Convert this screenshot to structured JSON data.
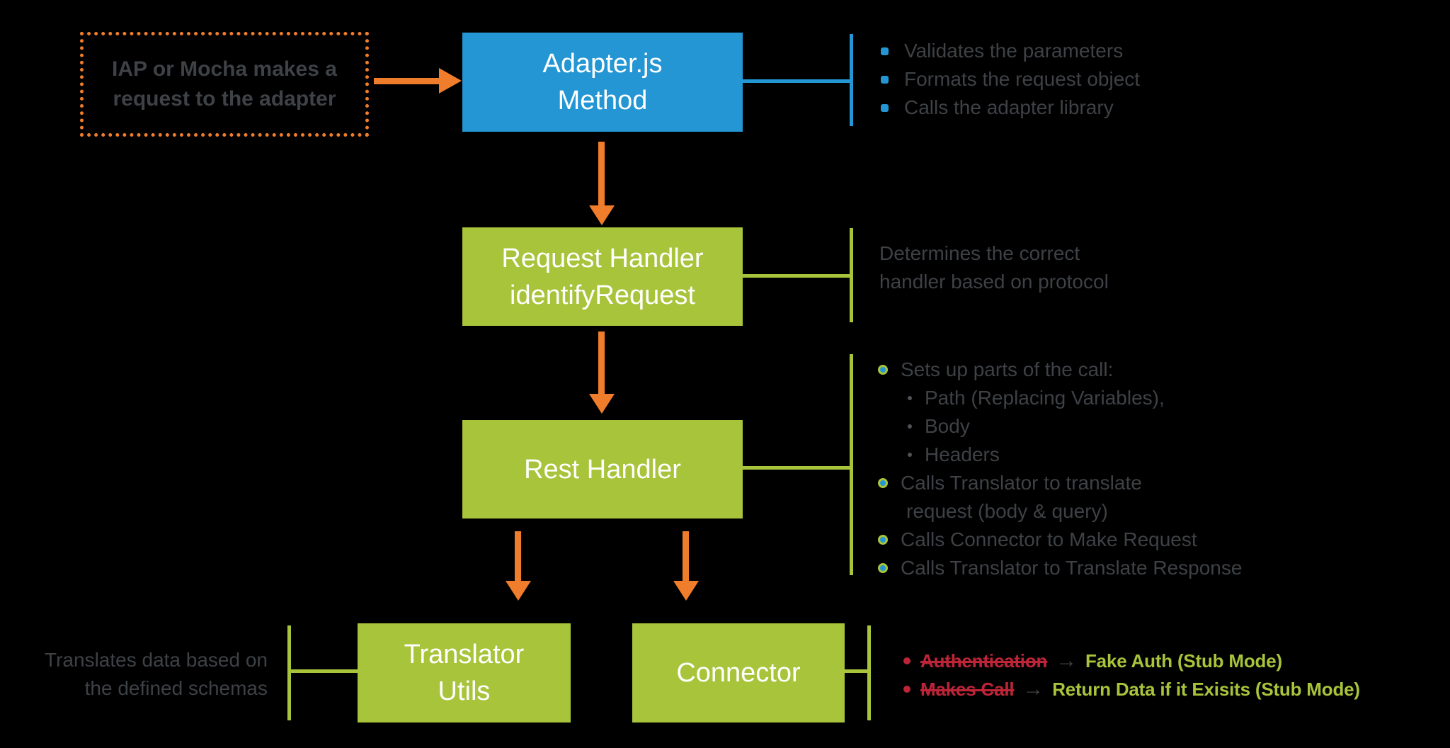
{
  "title": "Adapter request flow diagram",
  "colors": {
    "background": "#000000",
    "orange": "#EF7D2B",
    "blue": "#2396D3",
    "green": "#A7C43B",
    "red": "#BE2438",
    "gray_text": "#3E4145",
    "sub_bullet": "#4E5256",
    "white": "#FFFFFF"
  },
  "nodes": {
    "trigger": {
      "lines": [
        "IAP or Mocha makes a",
        "request to the adapter"
      ]
    },
    "adapter": {
      "lines": [
        "Adapter.js",
        "Method"
      ]
    },
    "request_handler": {
      "lines": [
        "Request Handler",
        "identifyRequest"
      ]
    },
    "rest_handler": {
      "lines": [
        "Rest Handler"
      ]
    },
    "translator_utils": {
      "lines": [
        "Translator",
        "Utils"
      ]
    },
    "connector": {
      "lines": [
        "Connector"
      ]
    }
  },
  "annotations": {
    "adapter_bullets": [
      "Validates the parameters",
      "Formats the request object",
      "Calls the adapter library"
    ],
    "request_handler_note": {
      "lines": [
        "Determines the correct",
        "handler based on protocol"
      ]
    },
    "rest_handler_items": [
      {
        "type": "main",
        "text": "Sets up parts of the call:"
      },
      {
        "type": "sub",
        "text": "Path (Replacing Variables),"
      },
      {
        "type": "sub",
        "text": "Body"
      },
      {
        "type": "sub",
        "text": "Headers"
      },
      {
        "type": "main",
        "text": "Calls Translator to translate"
      },
      {
        "type": "cont",
        "text": "request (body & query)"
      },
      {
        "type": "main",
        "text": "Calls Connector to Make Request"
      },
      {
        "type": "main",
        "text": "Calls Translator to Translate Response"
      }
    ],
    "translator_note": {
      "lines": [
        "Translates data based on",
        "the defined schemas"
      ]
    },
    "stub_rows": [
      {
        "removed": "Authentication",
        "arrow": "→",
        "replacement": "Fake Auth (Stub Mode)"
      },
      {
        "removed": "Makes Call",
        "arrow": "→",
        "replacement": "Return Data if it Exisits (Stub Mode)"
      }
    ]
  }
}
